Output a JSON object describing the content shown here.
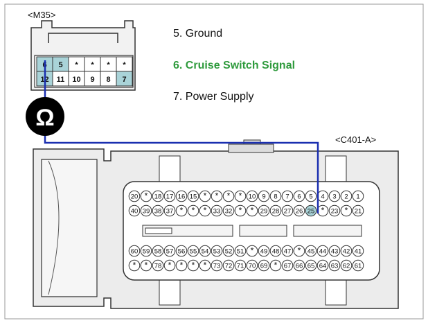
{
  "m35": {
    "label": "<M35>",
    "top_row": [
      "6",
      "5",
      "*",
      "*",
      "*",
      "*"
    ],
    "bottom_row": [
      "12",
      "11",
      "10",
      "9",
      "8",
      "7"
    ],
    "highlighted_pins": [
      "6",
      "5",
      "12",
      "7"
    ]
  },
  "c401": {
    "label": "<C401-A>",
    "highlighted_pin": "25",
    "rows": [
      [
        "20",
        "*",
        "18",
        "17",
        "16",
        "15",
        "*",
        "*",
        "*",
        "*",
        "10",
        "9",
        "8",
        "7",
        "6",
        "5",
        "4",
        "3",
        "2",
        "1"
      ],
      [
        "40",
        "39",
        "38",
        "37",
        "*",
        "*",
        "*",
        "33",
        "32",
        "*",
        "*",
        "29",
        "28",
        "27",
        "26",
        "25",
        "*",
        "23",
        "*",
        "21"
      ],
      [
        "60",
        "59",
        "58",
        "57",
        "56",
        "55",
        "54",
        "53",
        "52",
        "51",
        "*",
        "49",
        "48",
        "47",
        "*",
        "45",
        "44",
        "43",
        "42",
        "41"
      ],
      [
        "*",
        "*",
        "78",
        "*",
        "*",
        "*",
        "*",
        "73",
        "72",
        "71",
        "70",
        "69",
        "*",
        "67",
        "66",
        "65",
        "64",
        "63",
        "62",
        "61"
      ]
    ]
  },
  "pin_notes": [
    {
      "text": "5. Ground"
    },
    {
      "text": "6. Cruise Switch Signal",
      "color": "#2e9a3c"
    },
    {
      "text": "7. Power Supply"
    }
  ],
  "meter": {
    "symbol": "Ω",
    "icon": "ohmmeter-icon"
  },
  "colors": {
    "wire": "#1a2fb0",
    "pin_highlight": "#a9d3d8",
    "connector_body": "#ececec"
  }
}
